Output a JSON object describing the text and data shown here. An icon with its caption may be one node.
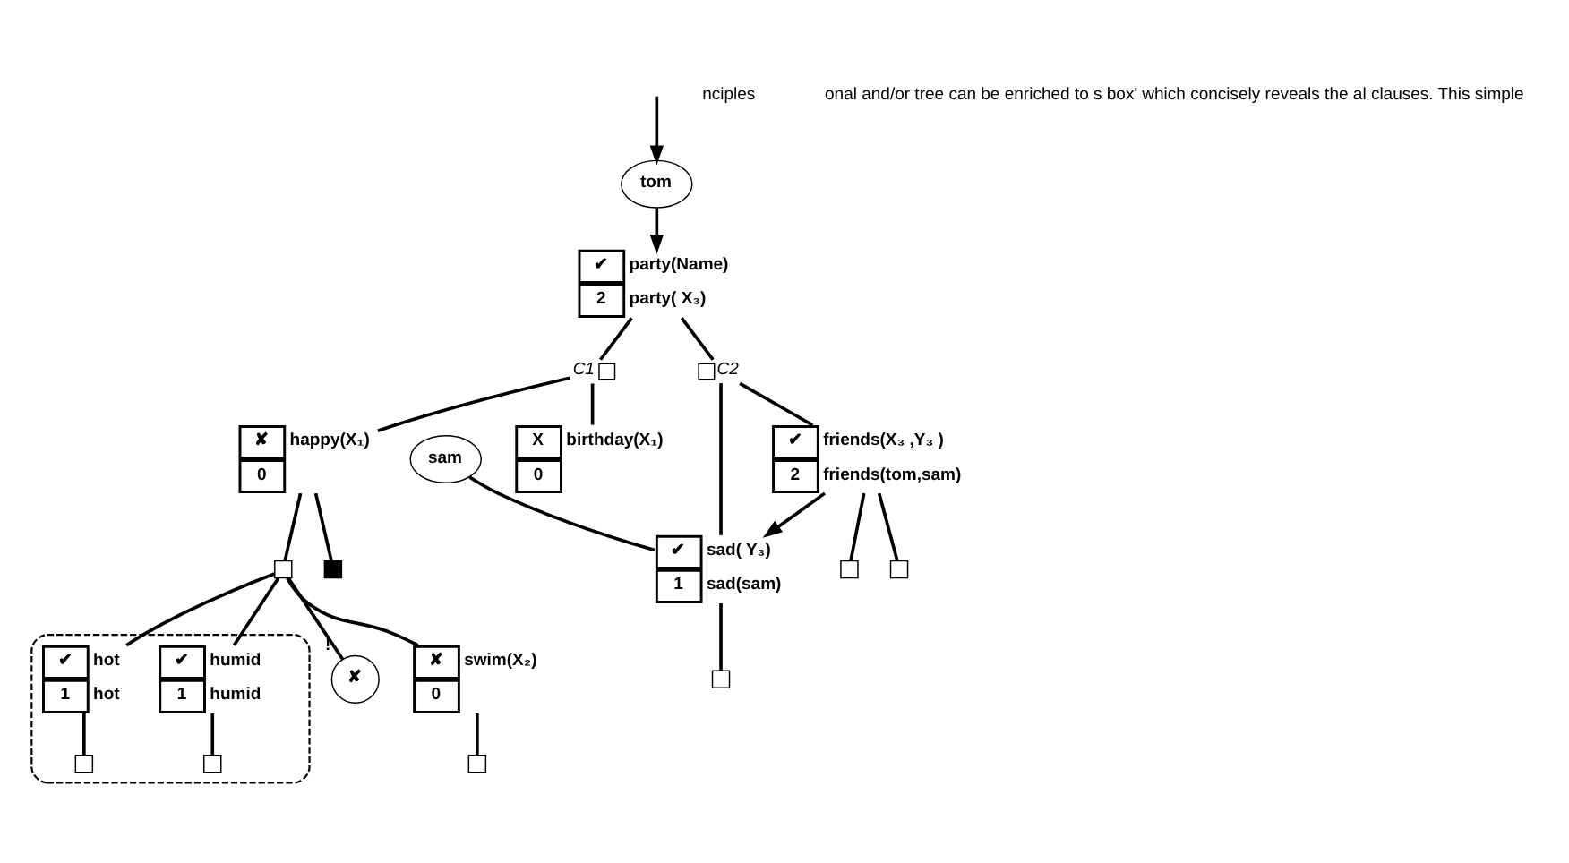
{
  "diagram": {
    "nodes": [
      {
        "text": [
          "✔",
          "2"
        ],
        "beside": [
          "party(Name)",
          "party( X₃)"
        ]
      },
      {
        "text": [],
        "shape": "box",
        "beside": [
          "C1"
        ]
      },
      {
        "text": [],
        "shape": "box",
        "beside": [
          "C2"
        ]
      },
      {
        "text": [
          "tom"
        ]
      },
      {
        "text": [
          "✘",
          "0"
        ],
        "beside": [
          "happy(X₁)"
        ]
      },
      {
        "text": [
          "X",
          "0"
        ],
        "beside": [
          "birthday(X₁)"
        ]
      },
      {
        "text": [
          "✔",
          "2"
        ],
        "beside": [
          "friends(X₃ ,Y₃ )",
          "friends(tom,sam)"
        ]
      },
      {
        "text": [
          "✔",
          "1"
        ],
        "beside": [
          "sad( Y₃)",
          "sad(sam)"
        ]
      },
      {
        "text": [
          "sam"
        ]
      },
      {
        "text": [],
        "shape": "box"
      },
      {
        "text": [],
        "shape": "box"
      },
      {
        "text": [],
        "shape": "cloud"
      },
      {
        "text": [
          "✔",
          "1"
        ],
        "beside": [
          "hot",
          "hot"
        ],
        "in": 11
      },
      {
        "text": [
          "✔",
          "1"
        ],
        "beside": [
          "humid",
          "humid"
        ],
        "in": 11
      },
      {
        "text": [
          "✘"
        ],
        "beside": [
          "!"
        ]
      },
      {
        "text": [
          "✘",
          "0"
        ],
        "beside": [
          "swim(X₂)"
        ]
      },
      {
        "text": [],
        "shape": "box",
        "in": 11
      },
      {
        "text": [],
        "shape": "box",
        "in": 11
      },
      {
        "text": [],
        "shape": "box"
      },
      {
        "text": [],
        "shape": "box"
      },
      {
        "text": [],
        "shape": "box"
      },
      {
        "text": [],
        "shape": "box"
      }
    ],
    "edges": [
      {
        "from": 0,
        "to": 1,
        "arrow": "none"
      },
      {
        "from": 0,
        "to": 2,
        "arrow": "none"
      },
      {
        "from": 3,
        "to": 0,
        "arrow": "to"
      },
      {
        "from": null,
        "to": 3,
        "arrow": "to"
      },
      {
        "from": 1,
        "to": 4,
        "arrow": "none"
      },
      {
        "from": 1,
        "to": 5,
        "arrow": "none"
      },
      {
        "from": 2,
        "to": 6,
        "arrow": "none"
      },
      {
        "from": 2,
        "to": 7,
        "arrow": "none"
      },
      {
        "from": 6,
        "to": 7,
        "arrow": "to"
      },
      {
        "from": 8,
        "to": 7,
        "arrow": "none"
      },
      {
        "from": 4,
        "to": 9,
        "arrow": "none"
      },
      {
        "from": 4,
        "to": 10,
        "arrow": "none"
      },
      {
        "from": 9,
        "to": 12,
        "arrow": "none"
      },
      {
        "from": 9,
        "to": 13,
        "arrow": "none"
      },
      {
        "from": 9,
        "to": 14,
        "arrow": "none"
      },
      {
        "from": 9,
        "to": 15,
        "arrow": "none"
      },
      {
        "from": 12,
        "to": 16,
        "arrow": "none"
      },
      {
        "from": 13,
        "to": 17,
        "arrow": "none"
      },
      {
        "from": 15,
        "to": 18,
        "arrow": "none"
      },
      {
        "from": 6,
        "to": 19,
        "arrow": "none"
      },
      {
        "from": 6,
        "to": 20,
        "arrow": "none"
      },
      {
        "from": 7,
        "to": 21,
        "arrow": "none"
      }
    ],
    "labels": [
      "nciples",
      "onal and/or tree can be enriched to s box' which concisely reveals the al clauses. This simple"
    ]
  }
}
